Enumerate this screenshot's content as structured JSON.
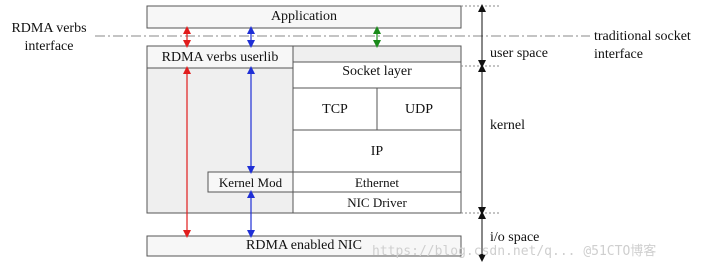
{
  "diagram": {
    "side_labels": {
      "rdma_verbs_interface": "RDMA verbs\ninterface",
      "traditional_socket_interface": "traditional socket\ninterface"
    },
    "region_labels": {
      "user_space": "user space",
      "kernel": "kernel",
      "io_space": "i/o space"
    },
    "boxes": {
      "application": "Application",
      "rdma_verbs_userlib": "RDMA verbs userlib",
      "socket_layer": "Socket layer",
      "tcp": "TCP",
      "udp": "UDP",
      "ip": "IP",
      "kernel_mod": "Kernel Mod",
      "ethernet": "Ethernet",
      "nic_driver": "NIC Driver",
      "rdma_enabled_nic": "RDMA enabled NIC"
    },
    "colors": {
      "red_arrow": "#e11d1d",
      "blue_arrow": "#1f2fd6",
      "green_arrow": "#1a8a1a",
      "kernel_fill": "#efefef"
    },
    "watermark": "https://blog.csdn.net/q... @51CTO博客"
  }
}
